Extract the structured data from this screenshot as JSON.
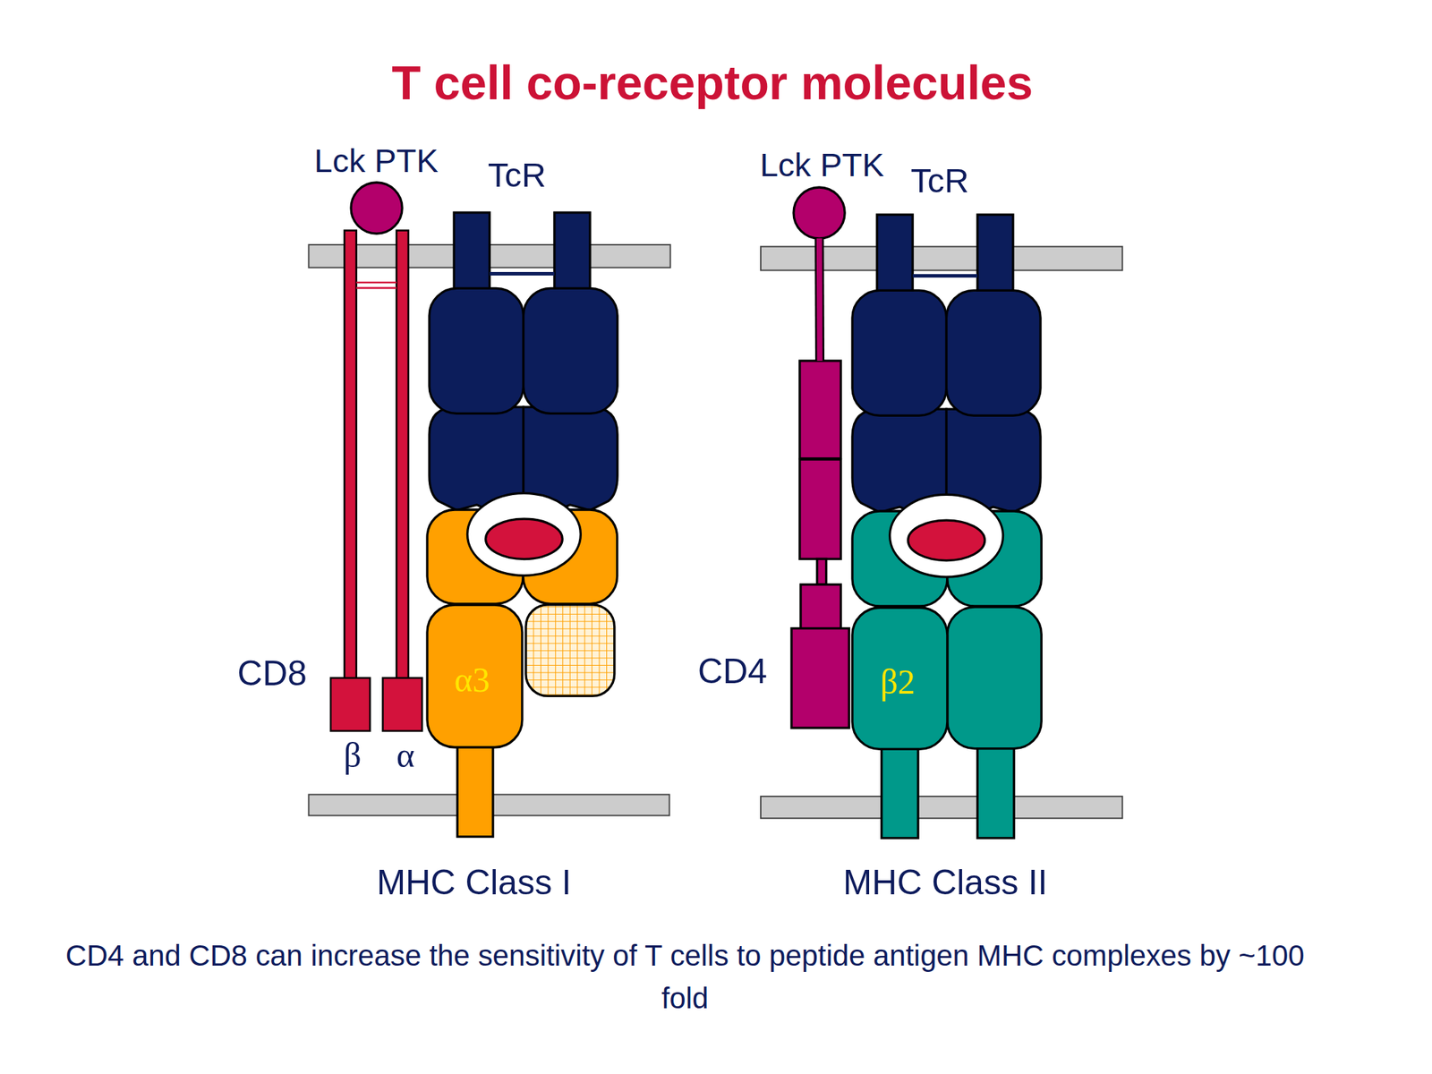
{
  "diagram": {
    "title": "T cell co-receptor molecules",
    "caption": "CD4 and CD8 can increase the sensitivity of T cells to peptide antigen MHC complexes by ~100 fold",
    "nodes": [
      {
        "text": [
          "Lck PTK"
        ]
      },
      {
        "text": [
          "TcR"
        ]
      },
      {
        "text": [
          "CD8"
        ]
      },
      {
        "text": [
          "MHC Class I"
        ]
      },
      {
        "text": [
          "α3"
        ],
        "in": 3
      },
      {
        "text": [
          "Lck PTK"
        ]
      },
      {
        "text": [
          "TcR"
        ]
      },
      {
        "text": [
          "CD4"
        ]
      },
      {
        "text": [
          "MHC Class II"
        ]
      },
      {
        "text": [
          "β2"
        ],
        "in": 8
      }
    ],
    "edges": [
      {
        "from": 5,
        "to": 7,
        "arrow": "none"
      }
    ],
    "labels": [
      "β",
      "α"
    ]
  }
}
